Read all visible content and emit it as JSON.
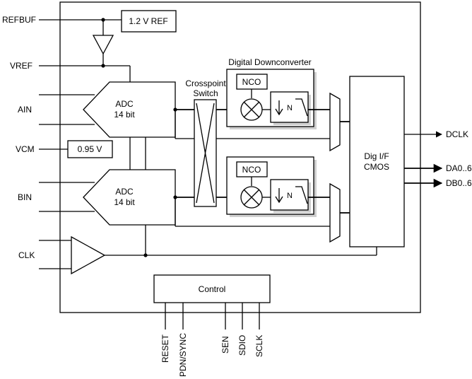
{
  "pins_left": {
    "refbuf": "REFBUF",
    "vref": "VREF",
    "ain": "AIN",
    "vcm": "VCM",
    "bin": "BIN",
    "clk": "CLK"
  },
  "pins_right": {
    "dclk": "DCLK",
    "da": "DA0..6",
    "db": "DB0..6"
  },
  "pins_bottom": {
    "reset": "RESET",
    "pdn_sync": "PDN/SYNC",
    "sen": "SEN",
    "sdio": "SDIO",
    "sclk": "SCLK"
  },
  "blocks": {
    "ref": "1.2 V REF",
    "vcm_ref": "0.95 V",
    "adc_a_line1": "ADC",
    "adc_a_line2": "14 bit",
    "adc_b_line1": "ADC",
    "adc_b_line2": "14 bit",
    "crosspoint_line1": "Crosspoint",
    "crosspoint_line2": "Switch",
    "ddc_title": "Digital Downconverter",
    "nco_a": "NCO",
    "nco_b": "NCO",
    "dec_a": "N",
    "dec_b": "N",
    "digif_line1": "Dig I/F",
    "digif_line2": "CMOS",
    "control": "Control"
  }
}
